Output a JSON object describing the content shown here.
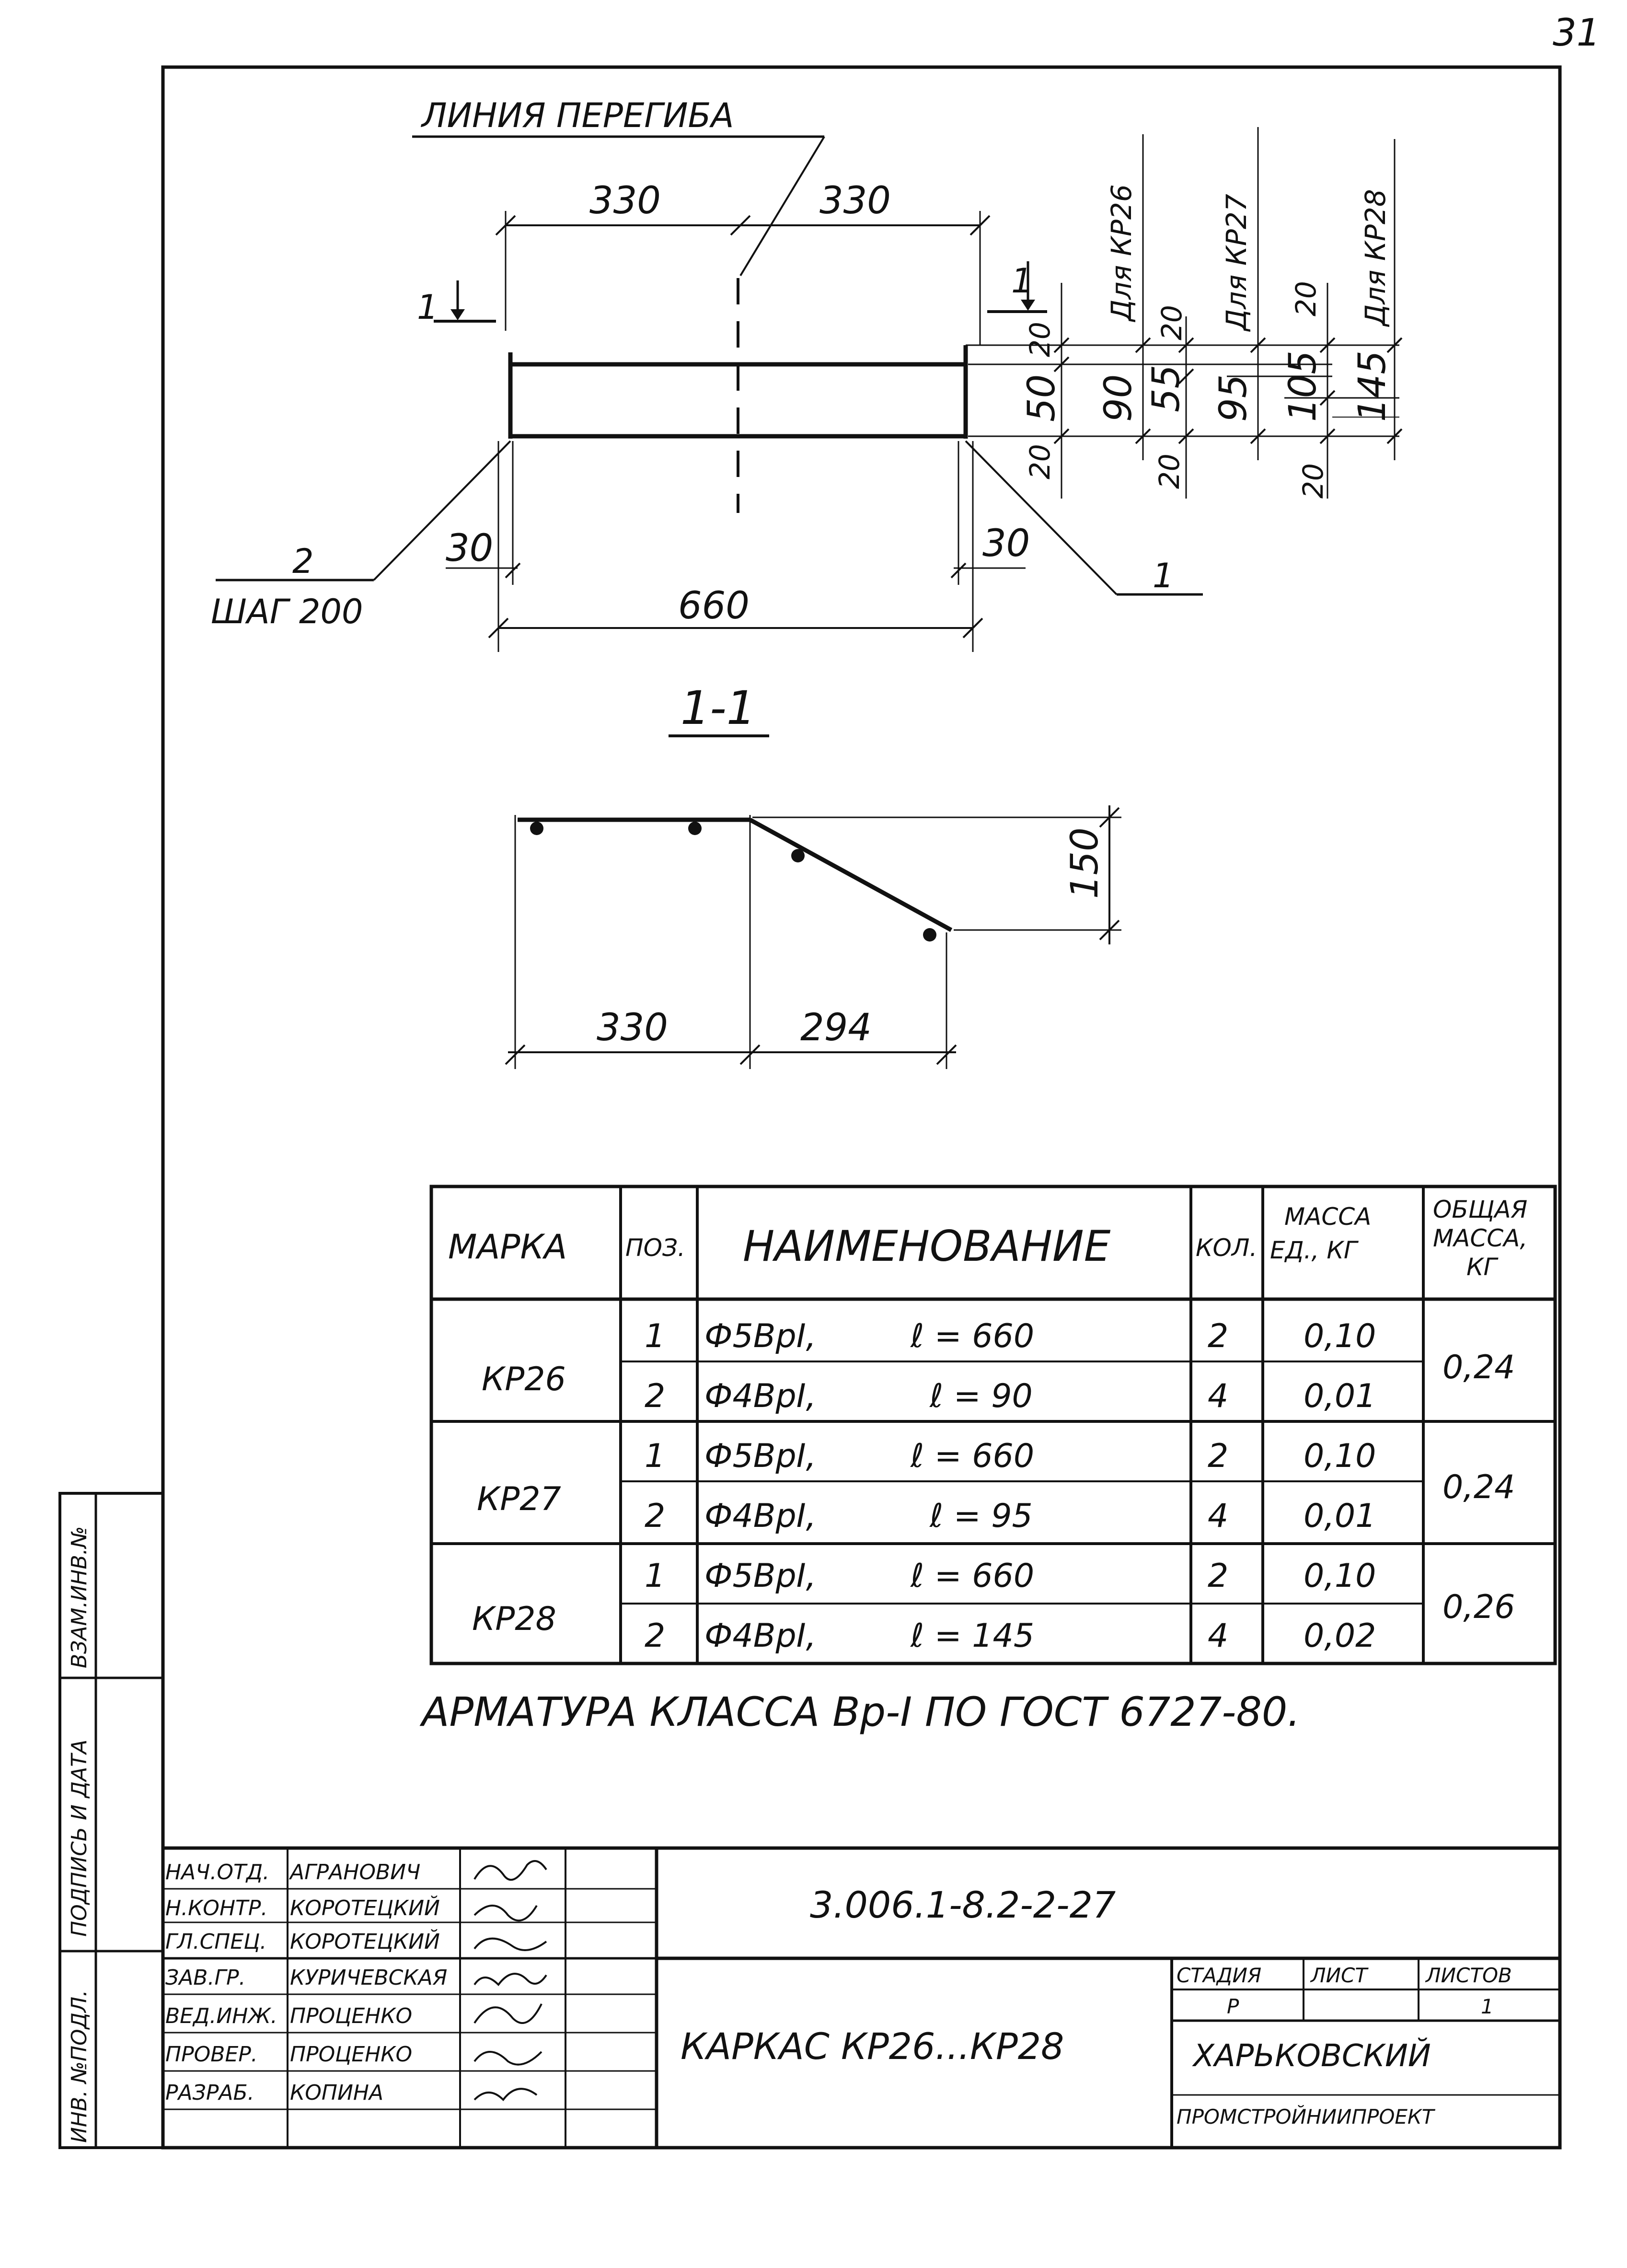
{
  "sheet_number": "31",
  "drawing": {
    "bend_line_label": "ЛИНИЯ ПЕРЕГИБА",
    "dim_half_left": "330",
    "dim_half_right": "330",
    "dim_total": "660",
    "dim_overhang_left": "30",
    "dim_overhang_right": "30",
    "section_marker": "1",
    "position_2_label": "2",
    "position_2_step": "ШАГ 200",
    "position_1_label": "1",
    "variants": [
      {
        "label": "Для КР26",
        "top": "20",
        "mid_a": "50",
        "total": "90",
        "bottom": "20"
      },
      {
        "label": "Для КР27",
        "top": "20",
        "mid_a": "55",
        "total": "95",
        "bottom": "20"
      },
      {
        "label": "Для КР28",
        "top": "20",
        "mid_a": "105",
        "total": "145",
        "bottom": "20"
      }
    ]
  },
  "section": {
    "title": "1-1",
    "dim_height": "150",
    "dim_left": "330",
    "dim_right": "294"
  },
  "spec_table": {
    "headers": {
      "mark": "МАРКА",
      "pos": "ПОЗ.",
      "name": "НАИМЕНОВАНИЕ",
      "qty": "КОЛ.",
      "unit_mass_1": "МАССА",
      "unit_mass_2": "ЕД., КГ",
      "total_mass_1": "ОБЩАЯ",
      "total_mass_2": "МАССА,",
      "total_mass_3": "КГ"
    },
    "groups": [
      {
        "mark": "КР26",
        "total": "0,24",
        "rows": [
          {
            "pos": "1",
            "name": "Ф5ВрI,",
            "len": "ℓ = 660",
            "qty": "2",
            "mass": "0,10"
          },
          {
            "pos": "2",
            "name": "Ф4ВрI,",
            "len": "ℓ = 90",
            "qty": "4",
            "mass": "0,01"
          }
        ]
      },
      {
        "mark": "КР27",
        "total": "0,24",
        "rows": [
          {
            "pos": "1",
            "name": "Ф5ВрI,",
            "len": "ℓ = 660",
            "qty": "2",
            "mass": "0,10"
          },
          {
            "pos": "2",
            "name": "Ф4ВрI,",
            "len": "ℓ = 95",
            "qty": "4",
            "mass": "0,01"
          }
        ]
      },
      {
        "mark": "КР28",
        "total": "0,26",
        "rows": [
          {
            "pos": "1",
            "name": "Ф5ВрI,",
            "len": "ℓ = 660",
            "qty": "2",
            "mass": "0,10"
          },
          {
            "pos": "2",
            "name": "Ф4ВрI,",
            "len": "ℓ = 145",
            "qty": "4",
            "mass": "0,02"
          }
        ]
      }
    ]
  },
  "note": "АРМАТУРА КЛАССА Вр-I ПО ГОСТ 6727-80.",
  "title_block": {
    "signers": [
      {
        "role": "НАЧ.ОТД.",
        "name": "АГРАНОВИЧ"
      },
      {
        "role": "Н.КОНТР.",
        "name": "КОРОТЕЦКИЙ"
      },
      {
        "role": "ГЛ.СПЕЦ.",
        "name": "КОРОТЕЦКИЙ"
      },
      {
        "role": "ЗАВ.ГР.",
        "name": "КУРИЧЕВСКАЯ"
      },
      {
        "role": "ВЕД.ИНЖ.",
        "name": "ПРОЦЕНКО"
      },
      {
        "role": "ПРОВЕР.",
        "name": "ПРОЦЕНКО"
      },
      {
        "role": "РАЗРАБ.",
        "name": "КОПИНА"
      }
    ],
    "document_code": "3.006.1-8.2-2-27",
    "title": "КАРКАС КР26...КР28",
    "stage_label": "СТАДИЯ",
    "sheet_label": "ЛИСТ",
    "sheets_label": "ЛИСТОВ",
    "stage": "Р",
    "sheets": "1",
    "org_line1": "ХАРЬКОВСКИЙ",
    "org_line2": "ПРОМСТРОЙНИИПРОЕКТ"
  },
  "side_stamp": {
    "inv_orig": "ИНВ. №ПОДЛ.",
    "sign_date": "ПОДПИСЬ И ДАТА",
    "replaces": "ВЗАМ.ИНВ.№"
  }
}
